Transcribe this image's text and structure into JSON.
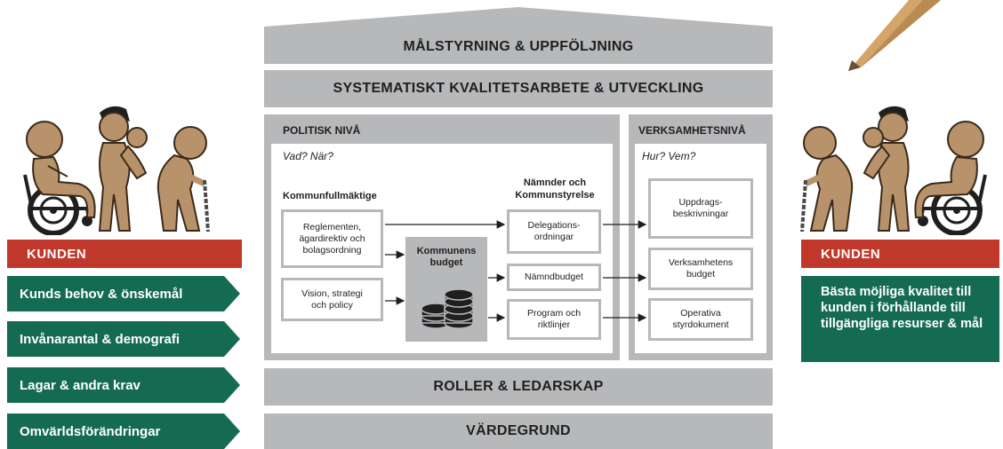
{
  "house": {
    "roof_label": "MÅLSTYRNING & UPPFÖLJNING",
    "bar2_label": "SYSTEMATISKT KVALITETSARBETE & UTVECKLING",
    "bar3_label": "ROLLER & LEDARSKAP",
    "bar4_label": "VÄRDEGRUND"
  },
  "politisk": {
    "title": "POLITISK NIVÅ",
    "question": "Vad? När?",
    "kf_label": "Kommunfullmäktige",
    "nk_label": "Nämnder och\nKommunstyrelse",
    "box_reglementen": "Reglementen,\nägardirektiv och\nbolagsordning",
    "box_vision": "Vision, strategi\noch policy",
    "budget_label": "Kommunens\nbudget",
    "box_delegation": "Delegations-\nordningar",
    "box_namndbudget": "Nämndbudget",
    "box_program": "Program och\nriktlinjer"
  },
  "verksamhet": {
    "title": "VERKSAMHETSNIVÅ",
    "question": "Hur? Vem?",
    "box_uppdrag": "Uppdrags-\nbeskrivningar",
    "box_vbudget": "Verksamhetens\nbudget",
    "box_operativa": "Operativa\nstyrdokument"
  },
  "left": {
    "kunden_label": "KUNDEN",
    "factors": [
      "Kunds behov & önskemål",
      "Invånarantal & demografi",
      "Lagar & andra krav",
      "Omvärldsförändringar"
    ]
  },
  "right": {
    "kunden_label": "KUNDEN",
    "result_text": "Bästa möjliga kvalitet till\nkunden i förhållande till\ntillgängliga resurser & mål"
  },
  "colors": {
    "gray": "#b7b8ba",
    "kunden_red": "#c0382b",
    "green": "#156b52",
    "figure_skin": "#b8926a",
    "pencil": "#d4a56a"
  },
  "icons": [
    "wheelchair-person-icon",
    "mother-with-child-icon",
    "elderly-with-cane-icon",
    "coin-stack-icon",
    "pencil-icon"
  ]
}
